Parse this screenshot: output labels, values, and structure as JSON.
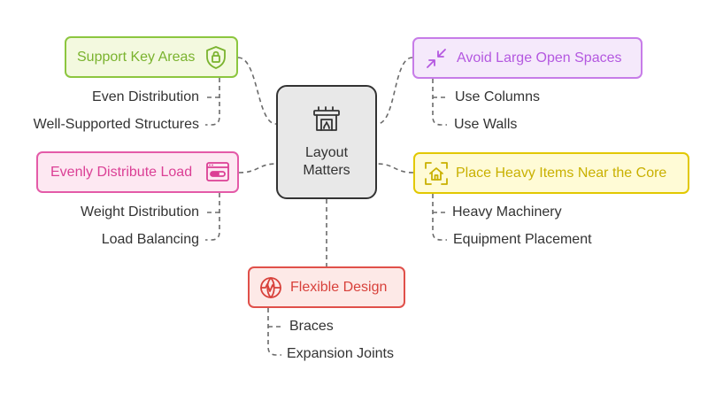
{
  "center": {
    "label_line1": "Layout",
    "label_line2": "Matters",
    "icon": "fireplace-icon"
  },
  "branches": {
    "support": {
      "label": "Support Key Areas",
      "icon": "shield-lock-icon",
      "color": "#8cc63f",
      "items": [
        "Even Distribution",
        "Well-Supported Structures"
      ]
    },
    "avoid": {
      "label": "Avoid Large Open Spaces",
      "icon": "collapse-arrows-icon",
      "color": "#c77ce8",
      "items": [
        "Use Columns",
        "Use Walls"
      ]
    },
    "even": {
      "label": "Evenly Distribute Load",
      "icon": "progress-window-icon",
      "color": "#e45ba8",
      "items": [
        "Weight Distribution",
        "Load Balancing"
      ]
    },
    "heavy": {
      "label": "Place Heavy Items Near the Core",
      "icon": "home-focus-icon",
      "color": "#e2c800",
      "items": [
        "Heavy Machinery",
        "Equipment Placement"
      ]
    },
    "flex": {
      "label": "Flexible Design",
      "icon": "globe-pulse-icon",
      "color": "#e0504a",
      "items": [
        "Braces",
        "Expansion Joints"
      ]
    }
  }
}
